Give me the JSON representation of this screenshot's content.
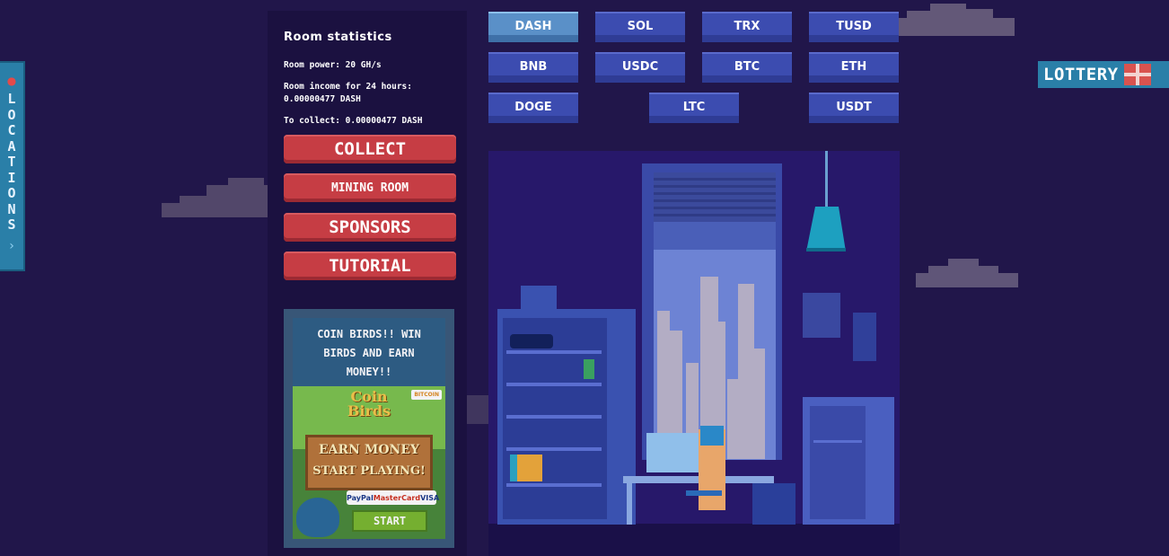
{
  "locations": {
    "label_letters": [
      "L",
      "O",
      "C",
      "A",
      "T",
      "I",
      "O",
      "N",
      "S"
    ]
  },
  "stats": {
    "title": "Room statistics",
    "power": "Room power: 20 GH/s",
    "income_line1": "Room income for 24 hours:",
    "income_line2": "0.00000477 DASH",
    "collect": "To collect: 0.00000477 DASH"
  },
  "buttons": {
    "collect": "COLLECT",
    "mining_room": "MINING ROOM",
    "sponsors": "SPONSORS",
    "tutorial": "TUTORIAL"
  },
  "ad": {
    "title_line1": "COIN BIRDS!! WIN",
    "title_line2": "BIRDS AND EARN",
    "title_line3": "MONEY!!",
    "brand": "Coin Birds",
    "badge": "BITCOIN",
    "line1": "EARN MONEY",
    "line2": "START PLAYING!",
    "pay1": "PayPal",
    "pay2": "MasterCard",
    "pay3": "VISA",
    "start": "START"
  },
  "coins": {
    "row1": [
      "DASH",
      "SOL",
      "TRX",
      "TUSD"
    ],
    "row2": [
      "BNB",
      "USDC",
      "BTC",
      "ETH"
    ],
    "row3": [
      "DOGE",
      "LTC",
      "USDT"
    ],
    "selected": "DASH"
  },
  "lottery": {
    "label": "LOTTERY"
  }
}
